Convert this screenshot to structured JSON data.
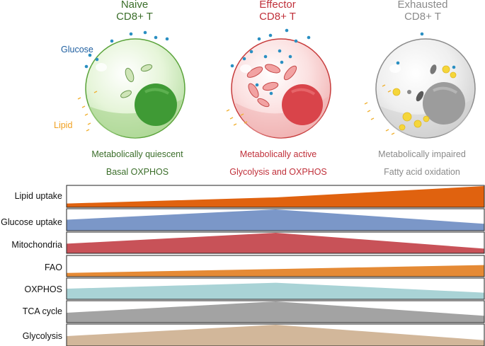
{
  "columns": [
    {
      "title_line1": "Naive",
      "title_line2": "CD8+ T",
      "state": "Metabolically quiescent",
      "pathway": "Basal OXPHOS",
      "color": "#3b6e2a"
    },
    {
      "title_line1": "Effector",
      "title_line2": "CD8+ T",
      "state": "Metabolically active",
      "pathway": "Glycolysis and OXPHOS",
      "color": "#c0303a"
    },
    {
      "title_line1": "Exhausted",
      "title_line2": "CD8+ T",
      "state": "Metabolically impaired",
      "pathway": "Fatty acid oxidation",
      "color": "#8a8a8a"
    }
  ],
  "side_labels": {
    "glucose": "Glucose",
    "lipid": "Lipid",
    "glucose_color": "#1f5fa0",
    "lipid_color": "#f0a020"
  },
  "rows": [
    {
      "label": "Lipid uptake",
      "color": "#e0620f",
      "levels": [
        0.15,
        0.45,
        1.0
      ]
    },
    {
      "label": "Glucose uptake",
      "color": "#7b97c8",
      "levels": [
        0.5,
        1.0,
        0.3
      ]
    },
    {
      "label": "Mitochondria",
      "color": "#c85258",
      "levels": [
        0.45,
        1.0,
        0.2
      ]
    },
    {
      "label": "FAO",
      "color": "#e58a35",
      "levels": [
        0.15,
        0.35,
        0.55
      ]
    },
    {
      "label": "OXPHOS",
      "color": "#a9d3d6",
      "levels": [
        0.5,
        0.8,
        0.3
      ]
    },
    {
      "label": "TCA cycle",
      "color": "#a3a3a3",
      "levels": [
        0.45,
        1.0,
        0.3
      ]
    },
    {
      "label": "Glycolysis",
      "color": "#d2b79a",
      "levels": [
        0.45,
        1.0,
        0.25
      ]
    }
  ]
}
